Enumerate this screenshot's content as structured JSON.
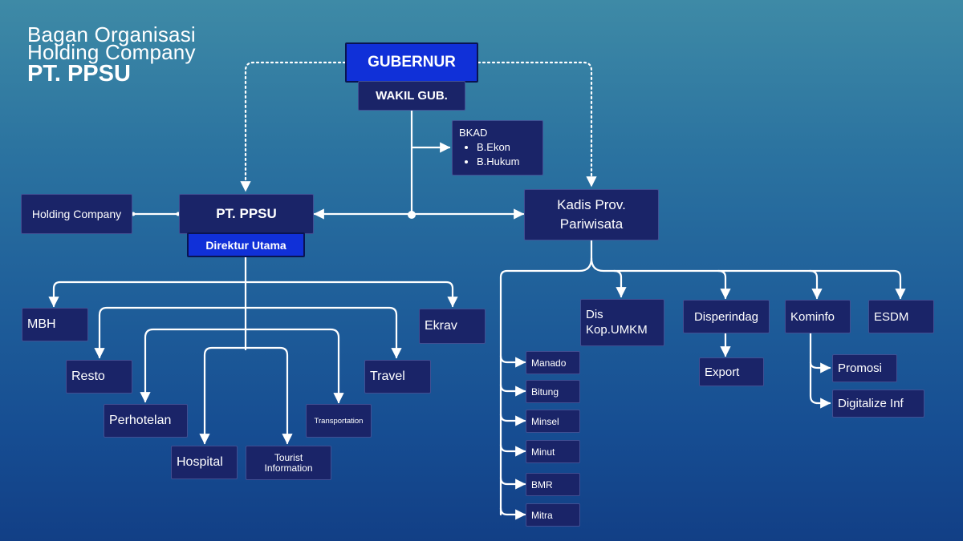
{
  "title": {
    "line1": "Bagan Organisasi",
    "line2": "Holding Company",
    "line3": "PT. PPSU"
  },
  "nodes": {
    "gubernur": "GUBERNUR",
    "wakil_gub": "WAKIL GUB.",
    "bkad": {
      "label": "BKAD",
      "items": [
        "B.Ekon",
        "B.Hukum"
      ]
    },
    "holding_company": "Holding Company",
    "pt_ppsu": "PT. PPSU",
    "direktur_utama": "Direktur Utama",
    "kadis_line1": "Kadis Prov.",
    "kadis_line2": "Pariwisata",
    "mbh": "MBH",
    "resto": "Resto",
    "perhotelan": "Perhotelan",
    "hospital": "Hospital",
    "tourist_line1": "Tourist",
    "tourist_line2": "Information",
    "transportation": "Transportation",
    "travel": "Travel",
    "ekrav": "Ekrav",
    "dis_line1": "Dis",
    "dis_line2": "Kop.UMKM",
    "disperindag": "Disperindag",
    "export": "Export",
    "kominfo": "Kominfo",
    "promosi": "Promosi",
    "digitalize": "Digitalize Inf",
    "esdm": "ESDM",
    "branches": [
      "Manado",
      "Bitung",
      "Minsel",
      "Minut",
      "BMR",
      "Mitra"
    ]
  },
  "colors": {
    "box": "#1a2468",
    "highlight": "#1030d8",
    "line": "#ffffff"
  }
}
